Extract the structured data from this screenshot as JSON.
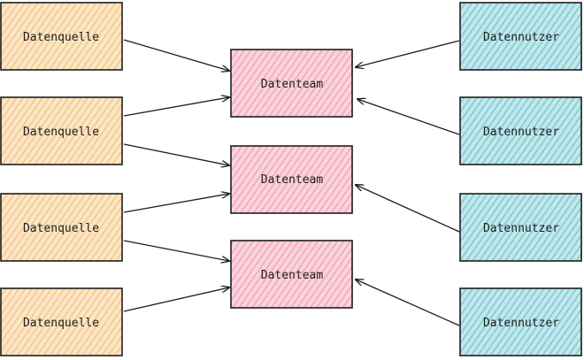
{
  "diagram": {
    "sources": [
      {
        "label": "Datenquelle"
      },
      {
        "label": "Datenquelle"
      },
      {
        "label": "Datenquelle"
      },
      {
        "label": "Datenquelle"
      }
    ],
    "teams": [
      {
        "label": "Datenteam"
      },
      {
        "label": "Datenteam"
      },
      {
        "label": "Datenteam"
      }
    ],
    "consumers": [
      {
        "label": "Datennutzer"
      },
      {
        "label": "Datennutzer"
      },
      {
        "label": "Datennutzer"
      },
      {
        "label": "Datennutzer"
      }
    ],
    "colors": {
      "source_fill": "#f4c98c",
      "team_fill": "#f2a8b9",
      "consumer_fill": "#7fcbd4",
      "stroke": "#1e1e1e"
    }
  }
}
